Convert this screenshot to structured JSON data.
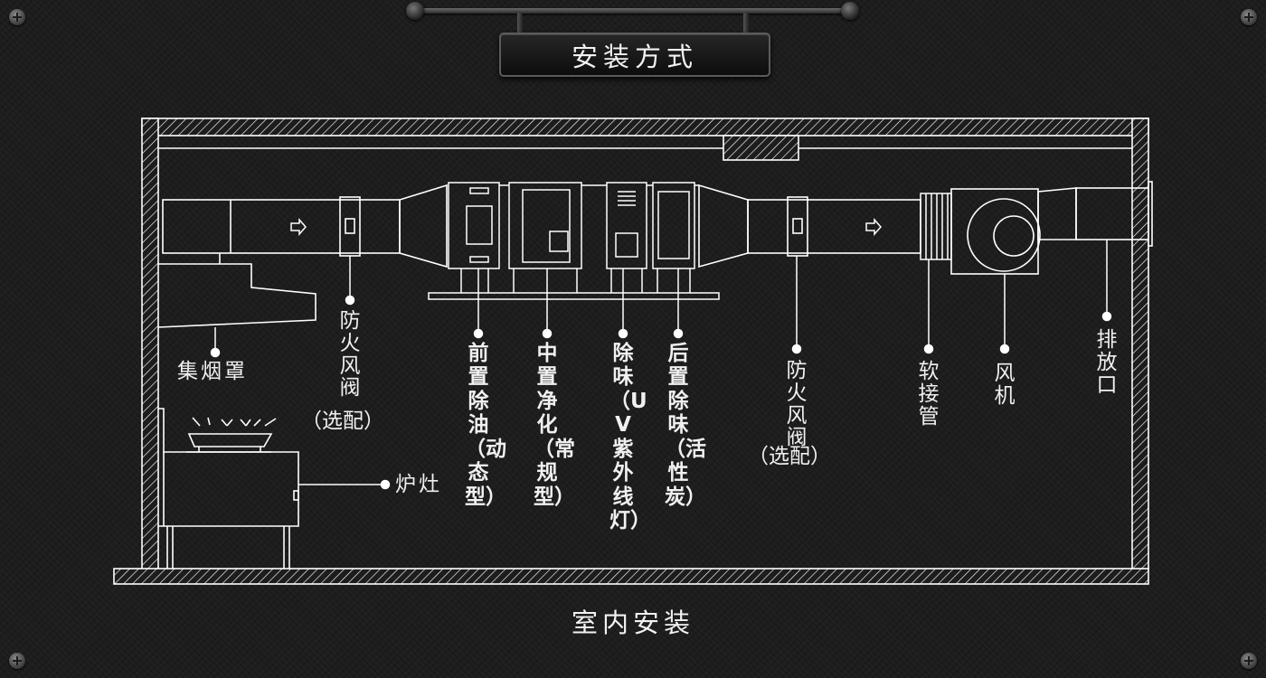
{
  "header": {
    "title": "安装方式"
  },
  "footer": {
    "caption": "室内安装"
  },
  "labels": {
    "hood": "集烟罩",
    "fire_damper_1": "防火风阀",
    "fire_damper_1_note": "（选配）",
    "stove": "炉灶",
    "pre_oil_removal": "前置除油（动态型）",
    "mid_purification": "中置净化（常规型）",
    "odor_uv": "除味（UV紫外线灯）",
    "post_odor": "后置除味（活性炭）",
    "fire_damper_2": "防火风阀",
    "fire_damper_2_note": "（选配）",
    "flex_pipe": "软接管",
    "fan": "风机",
    "outlet": "排放口"
  },
  "colors": {
    "line": "#ffffff",
    "background": "#1d1d1d",
    "plate": "#121212"
  },
  "icons": [
    "screw-icon",
    "flow-arrow-icon",
    "fan-icon",
    "burner-flame-icon"
  ]
}
